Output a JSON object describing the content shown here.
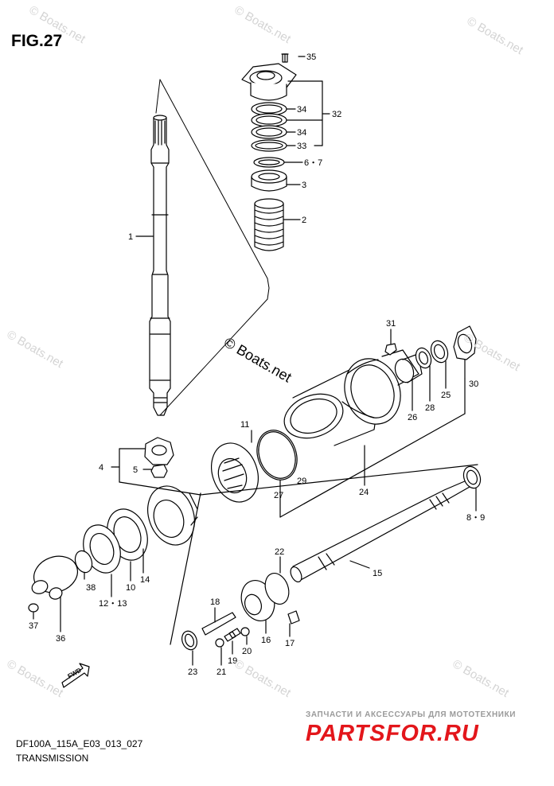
{
  "figure": {
    "title": "FIG.27",
    "model_code": "DF100A_115A_E03_013_027",
    "section_name": "TRANSMISSION",
    "fwd_label": "FWD"
  },
  "watermark": {
    "main": "© Boats.net",
    "faint": "© Boats.net"
  },
  "brand": {
    "tagline": "ЗАПЧАСТИ И АКСЕССУАРЫ ДЛЯ МОТОТЕХНИКИ",
    "logo": "PARTSFOR.RU"
  },
  "callouts": {
    "c35": "35",
    "c34a": "34",
    "c32": "32",
    "c34b": "34",
    "c33": "33",
    "c67": "6・7",
    "c3": "3",
    "c2": "2",
    "c1": "1",
    "c31": "31",
    "c11": "11",
    "c4": "4",
    "c5": "5",
    "c26": "26",
    "c28": "28",
    "c25": "25",
    "c30": "30",
    "c29": "29",
    "c27": "27",
    "c24": "24",
    "c89": "8・9",
    "c15": "15",
    "c22": "22",
    "c38": "38",
    "c1213": "12・13",
    "c10": "10",
    "c14": "14",
    "c37": "37",
    "c36": "36",
    "c18": "18",
    "c16": "16",
    "c17": "17",
    "c20": "20",
    "c19": "19",
    "c23": "23",
    "c21": "21"
  },
  "colors": {
    "line": "#000000",
    "logo": "#e3161b",
    "watermark": "#d4d4d4"
  }
}
